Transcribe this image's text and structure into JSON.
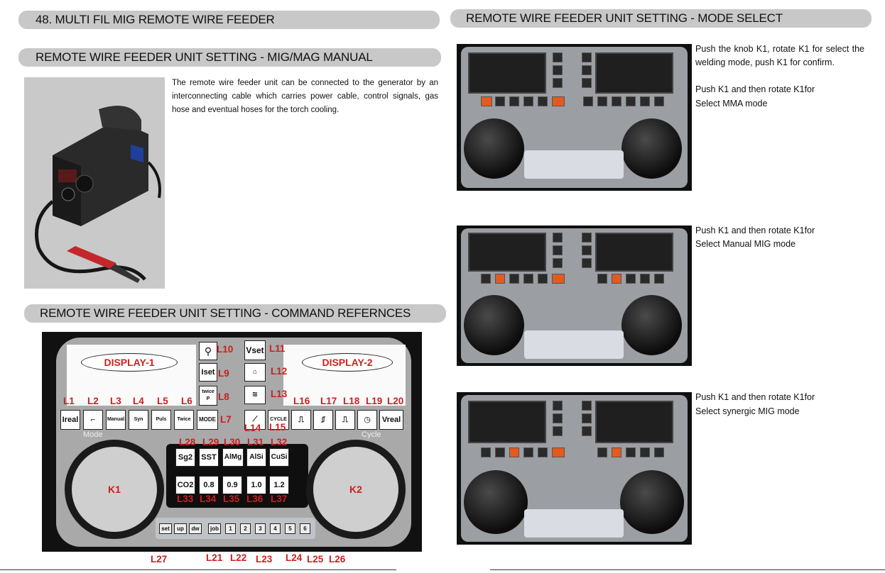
{
  "headers": {
    "section_title": "48. MULTI FIL MIG REMOTE WIRE FEEDER",
    "manual_title": "REMOTE WIRE FEEDER UNIT SETTING - MIG/MAG MANUAL",
    "commands_title": "REMOTE WIRE FEEDER UNIT SETTING - COMMAND REFERNCES",
    "mode_title": "REMOTE WIRE FEEDER UNIT SETTING - MODE SELECT"
  },
  "intro_text": "The remote wire feeder unit can be connected to the generator by an interconnecting cable which carries power cable, control signals, gas hose and eventual hoses for the torch cooling.",
  "mode_steps": [
    {
      "text_a": "Push the knob K1, rotate K1 for select the welding mode, push K1 for confirm.",
      "text_b": "Push K1 and then rotate K1for",
      "text_c": "Select MMA mode"
    },
    {
      "text_b": "Push K1 and then rotate K1for",
      "text_c": "Select Manual MIG mode"
    },
    {
      "text_b": "Push K1 and then rotate K1for",
      "text_c": "Select synergic MIG mode"
    }
  ],
  "diagram": {
    "display1": "DISPLAY-1",
    "display2": "DISPLAY-2",
    "knob1": "K1",
    "knob2": "K2",
    "mode_label": "Mode",
    "cycle_label": "Cycle",
    "buttons": {
      "ireal": "Ireal",
      "manual": "Manual",
      "syn": "Syn",
      "puls": "Puls",
      "twice": "Twice",
      "mode": "MODE",
      "cycle": "CYCLE",
      "vreal": "Vreal",
      "vset": "Vset",
      "iset": "Iset",
      "twicep": "twice P",
      "sg2": "Sg2",
      "sst": "SST",
      "almg": "AlMg",
      "alsi": "AlSi",
      "cusi": "CuSi",
      "co2": "CO2",
      "d08": "0.8",
      "d09": "0.9",
      "d10": "1.0",
      "d12": "1.2",
      "set": "set",
      "up": "up",
      "dw": "dw",
      "job": "job",
      "j1": "1",
      "j2": "2",
      "j3": "3",
      "j4": "4",
      "j5": "5",
      "j6": "6"
    },
    "labels": [
      "L1",
      "L2",
      "L3",
      "L4",
      "L5",
      "L6",
      "L7",
      "L8",
      "L9",
      "L10",
      "L11",
      "L12",
      "L13",
      "L14",
      "L15",
      "L16",
      "L17",
      "L18",
      "L19",
      "L20",
      "L21",
      "L22",
      "L23",
      "L24",
      "L25",
      "L26",
      "L27",
      "L28",
      "L29",
      "L30",
      "L31",
      "L32",
      "L33",
      "L34",
      "L35",
      "L36",
      "L37"
    ]
  },
  "colors": {
    "header_bar": "#c8c8c8",
    "label_red": "#cc1e1e",
    "led_on": "#e35a1f",
    "panel_gray": "#a9a9a9"
  }
}
